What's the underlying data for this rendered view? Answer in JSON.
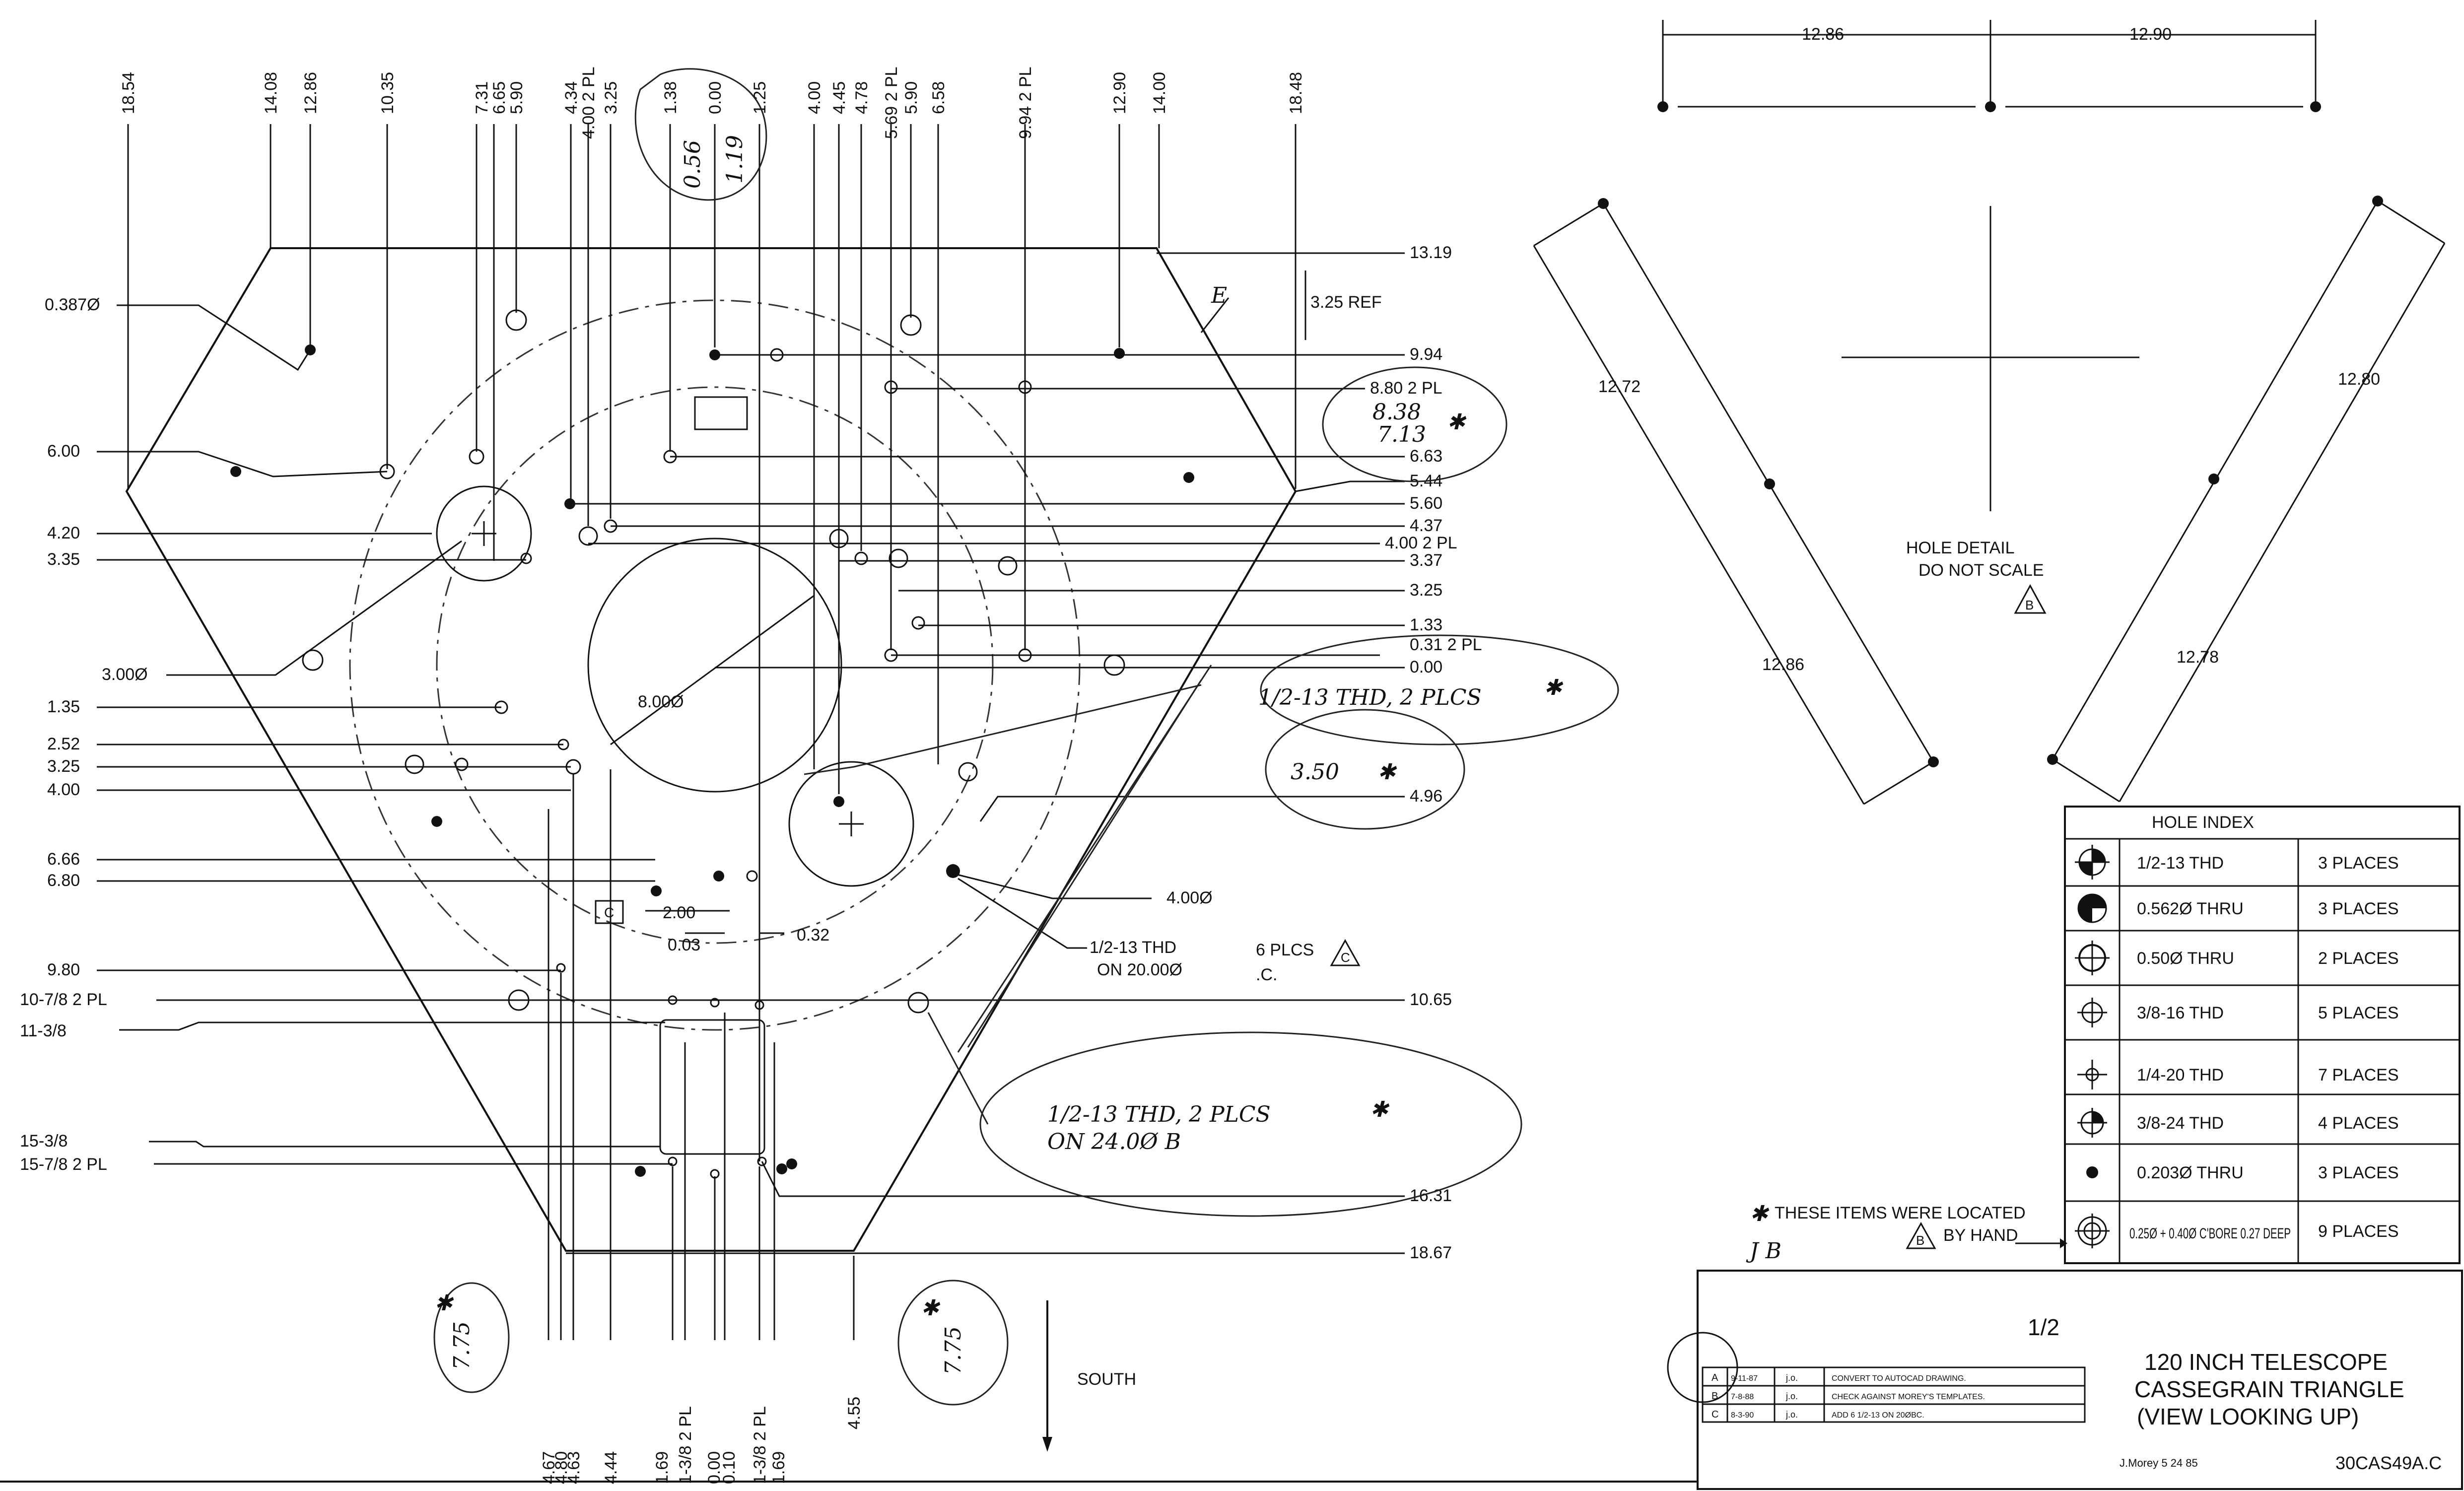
{
  "left_dims": [
    "0.387Ø",
    "6.00",
    "4.20",
    "3.35",
    "3.00Ø",
    "1.35",
    "2.52",
    "3.25",
    "4.00",
    "6.66",
    "6.80",
    "9.80",
    "10-7/8 2 PL",
    "11-3/8",
    "15-3/8",
    "15-7/8 2 PL"
  ],
  "top_dims": [
    "18.54",
    "14.08",
    "12.86",
    "10.35",
    "7.31",
    "6.65",
    "5.90",
    "4.34",
    "4.00 2 PL",
    "3.25",
    "1.38",
    "0.00",
    "1.25",
    "4.00",
    "4.45",
    "4.78",
    "5.69 2 PL",
    "5.90",
    "6.58",
    "9.94 2 PL",
    "12.90",
    "14.00",
    "18.48"
  ],
  "right_dims": [
    "13.19",
    "3.25 REF",
    "9.94",
    "8.80 2 PL",
    "6.63",
    "5.44",
    "5.60",
    "4.37",
    "4.00 2 PL",
    "3.37",
    "3.25",
    "1.33",
    "0.31 2 PL",
    "0.00",
    "4.96",
    "10.65",
    "16.31",
    "18.67"
  ],
  "bottom_dims": [
    "4.67",
    "4.80",
    "4.63",
    "4.44",
    "1.69",
    "1-3/8 2 PL",
    "0.00",
    "0.10",
    "1-3/8 2 PL",
    "1.69",
    "4.55"
  ],
  "mid_labels": {
    "hole_8": "8.00Ø",
    "hole_4": "4.00Ø",
    "d200": "2.00",
    "d003": "0.03",
    "d032": "0.32",
    "rev_c": "C",
    "rev_b": "B",
    "note_thd_1": "1/2-13 THD",
    "note_thd_2": "ON 20.00Ø",
    "note_plcs": "6 PLCS",
    "note_c": ".C.",
    "south": "SOUTH",
    "e_mark": "E"
  },
  "handwritten": {
    "h056": "0.56",
    "h119": "1.19",
    "h838": "8.38",
    "h713": "7.13",
    "h_note1": "1/2-13 THD, 2 PLCS",
    "h_350": "3.50",
    "h_note2a": "1/2-13 THD,   2 PLCS",
    "h_note2b": "ON  24.0Ø B",
    "h_775a": "7.75",
    "h_775b": "7.75",
    "h_jb": "J B"
  },
  "detail": {
    "top_left": "12.86",
    "top_right": "12.90",
    "left_top": "12.72",
    "left_bottom": "12.86",
    "right_top": "12.80",
    "right_bottom": "12.78",
    "note_line1": "HOLE DETAIL",
    "note_line2": "DO NOT SCALE",
    "note_rev": "B"
  },
  "hole_index": {
    "title": "HOLE INDEX",
    "rows": [
      {
        "icon": "half-filled-crosshair-icon",
        "desc": "1/2-13 THD",
        "qty": "3 PLACES"
      },
      {
        "icon": "quarter-filled-crosshair-icon",
        "desc": "0.562Ø THRU",
        "qty": "3 PLACES"
      },
      {
        "icon": "crosshair-circle-icon",
        "desc": "0.50Ø THRU",
        "qty": "2 PLACES"
      },
      {
        "icon": "small-crosshair-circle-icon",
        "desc": "3/8-16 THD",
        "qty": "5 PLACES"
      },
      {
        "icon": "small-crosshair-icon",
        "desc": "1/4-20 THD",
        "qty": "7 PLACES"
      },
      {
        "icon": "half-shaded-circle-icon",
        "desc": "3/8-24 THD",
        "qty": "4 PLACES"
      },
      {
        "icon": "filled-dot-icon",
        "desc": "0.203Ø THRU",
        "qty": "3 PLACES"
      },
      {
        "icon": "counterbore-icon",
        "desc": "0.25Ø + 0.40Ø C'BORE 0.27 DEEP",
        "qty": "9 PLACES"
      }
    ]
  },
  "hand_note": {
    "line1": "THESE ITEMS WERE LOCATED",
    "line2": "BY HAND",
    "rev": "B"
  },
  "title_block": {
    "scale": "1/2",
    "title1": "120 INCH TELESCOPE",
    "title2": "CASSEGRAIN TRIANGLE",
    "title3": "(VIEW LOOKING UP)",
    "drawn": "J.Morey   5  24  85",
    "dwg_no": "30CAS49A.C",
    "revisions": [
      {
        "rev": "A",
        "date": "9-11-87",
        "by": "j.o.",
        "desc": "CONVERT TO AUTOCAD DRAWING."
      },
      {
        "rev": "B",
        "date": "7-8-88",
        "by": "j.o.",
        "desc": "CHECK AGAINST MOREY'S TEMPLATES."
      },
      {
        "rev": "C",
        "date": "8-3-90",
        "by": "j.o.",
        "desc": "ADD 6 1/2-13 ON 20ØBC."
      }
    ]
  }
}
